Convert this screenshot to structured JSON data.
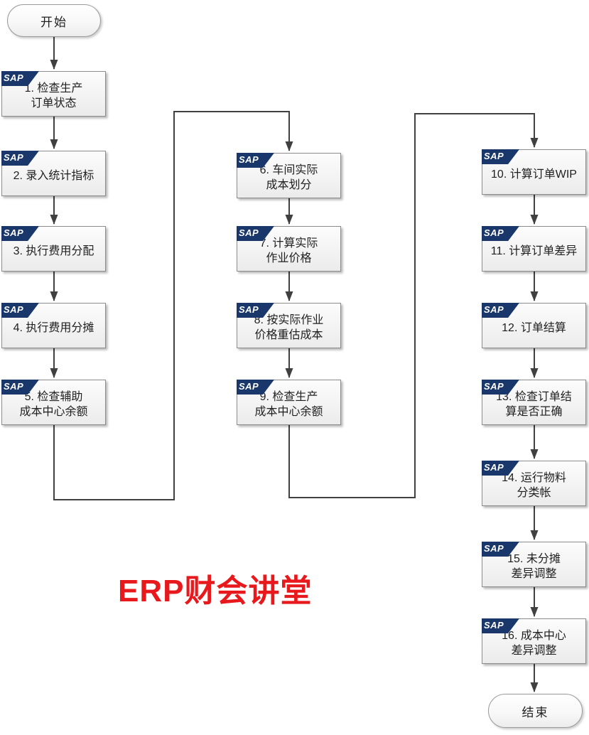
{
  "diagram": {
    "start_label": "开始",
    "end_label": "结束",
    "watermark_text": "ERP财会讲堂",
    "sap_badge_text": "SAP",
    "colors": {
      "sap_navy": "#19376b",
      "watermark_red": "#e8191d",
      "connector_gray": "#404040",
      "box_border_gray": "#8c8c8c"
    }
  },
  "steps": [
    {
      "text": "1. 检查生产\n订单状态"
    },
    {
      "text": "2. 录入统计指标"
    },
    {
      "text": "3. 执行费用分配"
    },
    {
      "text": "4. 执行费用分摊"
    },
    {
      "text": "5. 检查辅助\n成本中心余额"
    },
    {
      "text": "6. 车间实际\n成本划分"
    },
    {
      "text": "7. 计算实际\n作业价格"
    },
    {
      "text": "8. 按实际作业\n价格重估成本"
    },
    {
      "text": "9. 检查生产\n成本中心余额"
    },
    {
      "text": "10. 计算订单WIP"
    },
    {
      "text": "11. 计算订单差异"
    },
    {
      "text": "12. 订单结算"
    },
    {
      "text": "13. 检查订单结\n算是否正确"
    },
    {
      "text": "14. 运行物料\n分类帐"
    },
    {
      "text": "15. 未分摊\n差异调整"
    },
    {
      "text": "16. 成本中心\n差异调整"
    }
  ]
}
